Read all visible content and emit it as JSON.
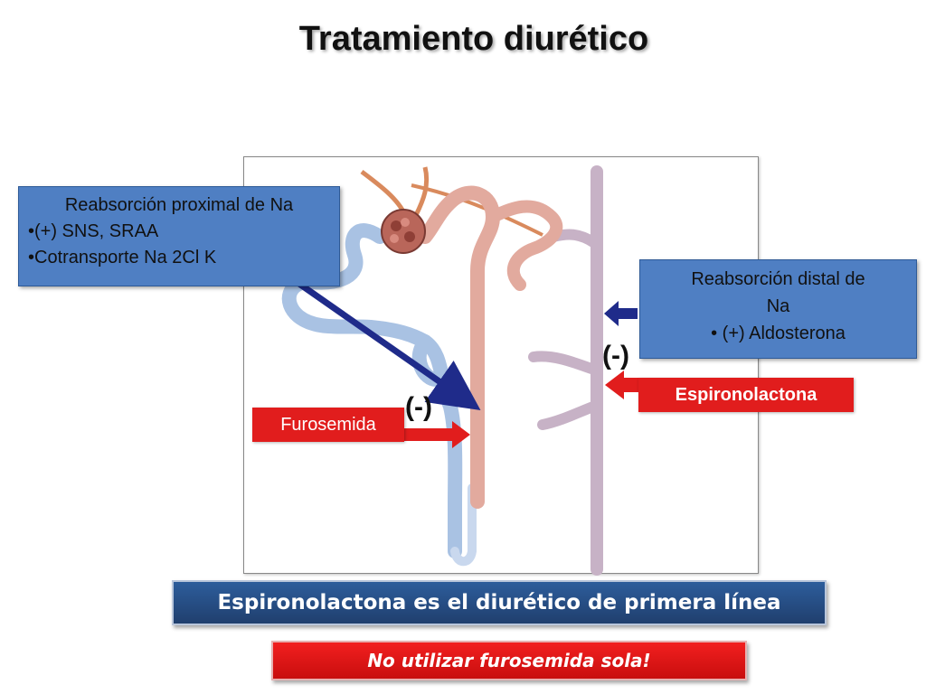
{
  "slide": {
    "title": "Tratamiento diurético"
  },
  "proximal_box": {
    "heading": "Reabsorción proximal de Na",
    "bullets": [
      "•(+) SNS, SRAA",
      "•Cotransporte Na 2Cl K"
    ]
  },
  "distal_box": {
    "heading_line1": "Reabsorción distal de",
    "heading_line2": "Na",
    "bullet": "• (+) Aldosterona"
  },
  "drugs": {
    "furosemide": "Furosemida",
    "spironolactone": "Espironolactona",
    "inhibit_1": "(-)",
    "inhibit_2": "(-)"
  },
  "banner": {
    "text": "Espironolactona es el diurético de primera línea"
  },
  "warning": {
    "text": "No utilizar furosemida sola!"
  },
  "colors": {
    "blue_box": "#4f7fc3",
    "red_label": "#e11d1d",
    "banner": "#2d5d9b",
    "arrow_navy": "#1f2b8a",
    "tubule_blue": "#a9c2e3",
    "tubule_tan": "#e2aa9e",
    "vessel": "#c9b4c8"
  }
}
